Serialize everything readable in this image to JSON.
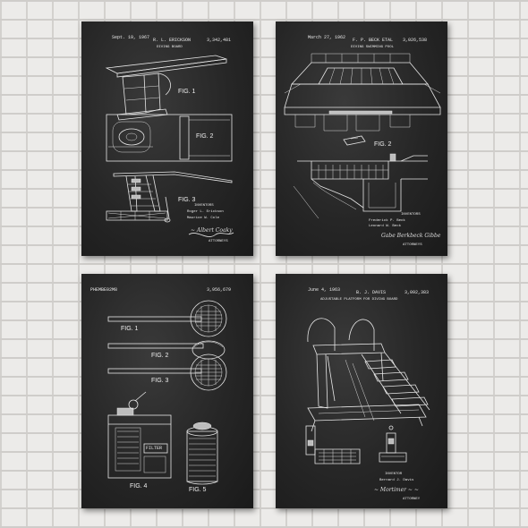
{
  "posters": [
    {
      "date": "Sept. 19, 1967",
      "inventor_header": "R. L. ERICKSON",
      "patent_number": "3,342,481",
      "title": "DIVING BOARD",
      "figures": [
        "FIG. 1",
        "FIG. 2",
        "FIG. 3"
      ],
      "inventors_label": "INVENTORS",
      "inventor_1": "Roger L. Erickson",
      "inventor_2": "Maurice W. Cole",
      "attorney": "ATTORNEYS"
    },
    {
      "date": "March 27, 1962",
      "inventor_header": "F. P. BECK ETAL",
      "patent_number": "3,026,538",
      "title": "DIVING SWIMMING POOL",
      "figure": "FIG. 2",
      "inventors_label": "INVENTORS",
      "inventor_1": "Frederick P. Beck",
      "inventor_2": "Leonard W. Beck",
      "attorney": "ATTORNEYS"
    },
    {
      "header_code": "PHEMBE02M8",
      "patent_number": "3,956,679",
      "figures": [
        "FIG. 1",
        "FIG. 2",
        "FIG. 3",
        "FIG. 4",
        "FIG. 5"
      ],
      "filter_label": "FILTER"
    },
    {
      "date": "June 4, 1963",
      "inventor_header": "B. J. DAVIS",
      "patent_number": "3,092,383",
      "title": "ADJUSTABLE PLATFORM FOR DIVING BOARD",
      "inventors_label": "INVENTOR",
      "inventor_1": "Bernard J. Davis",
      "attorney": "ATTORNEY"
    }
  ],
  "colors": {
    "wall": "#ecebe9",
    "poster": "#262626",
    "ink": "#e6e6e6"
  }
}
